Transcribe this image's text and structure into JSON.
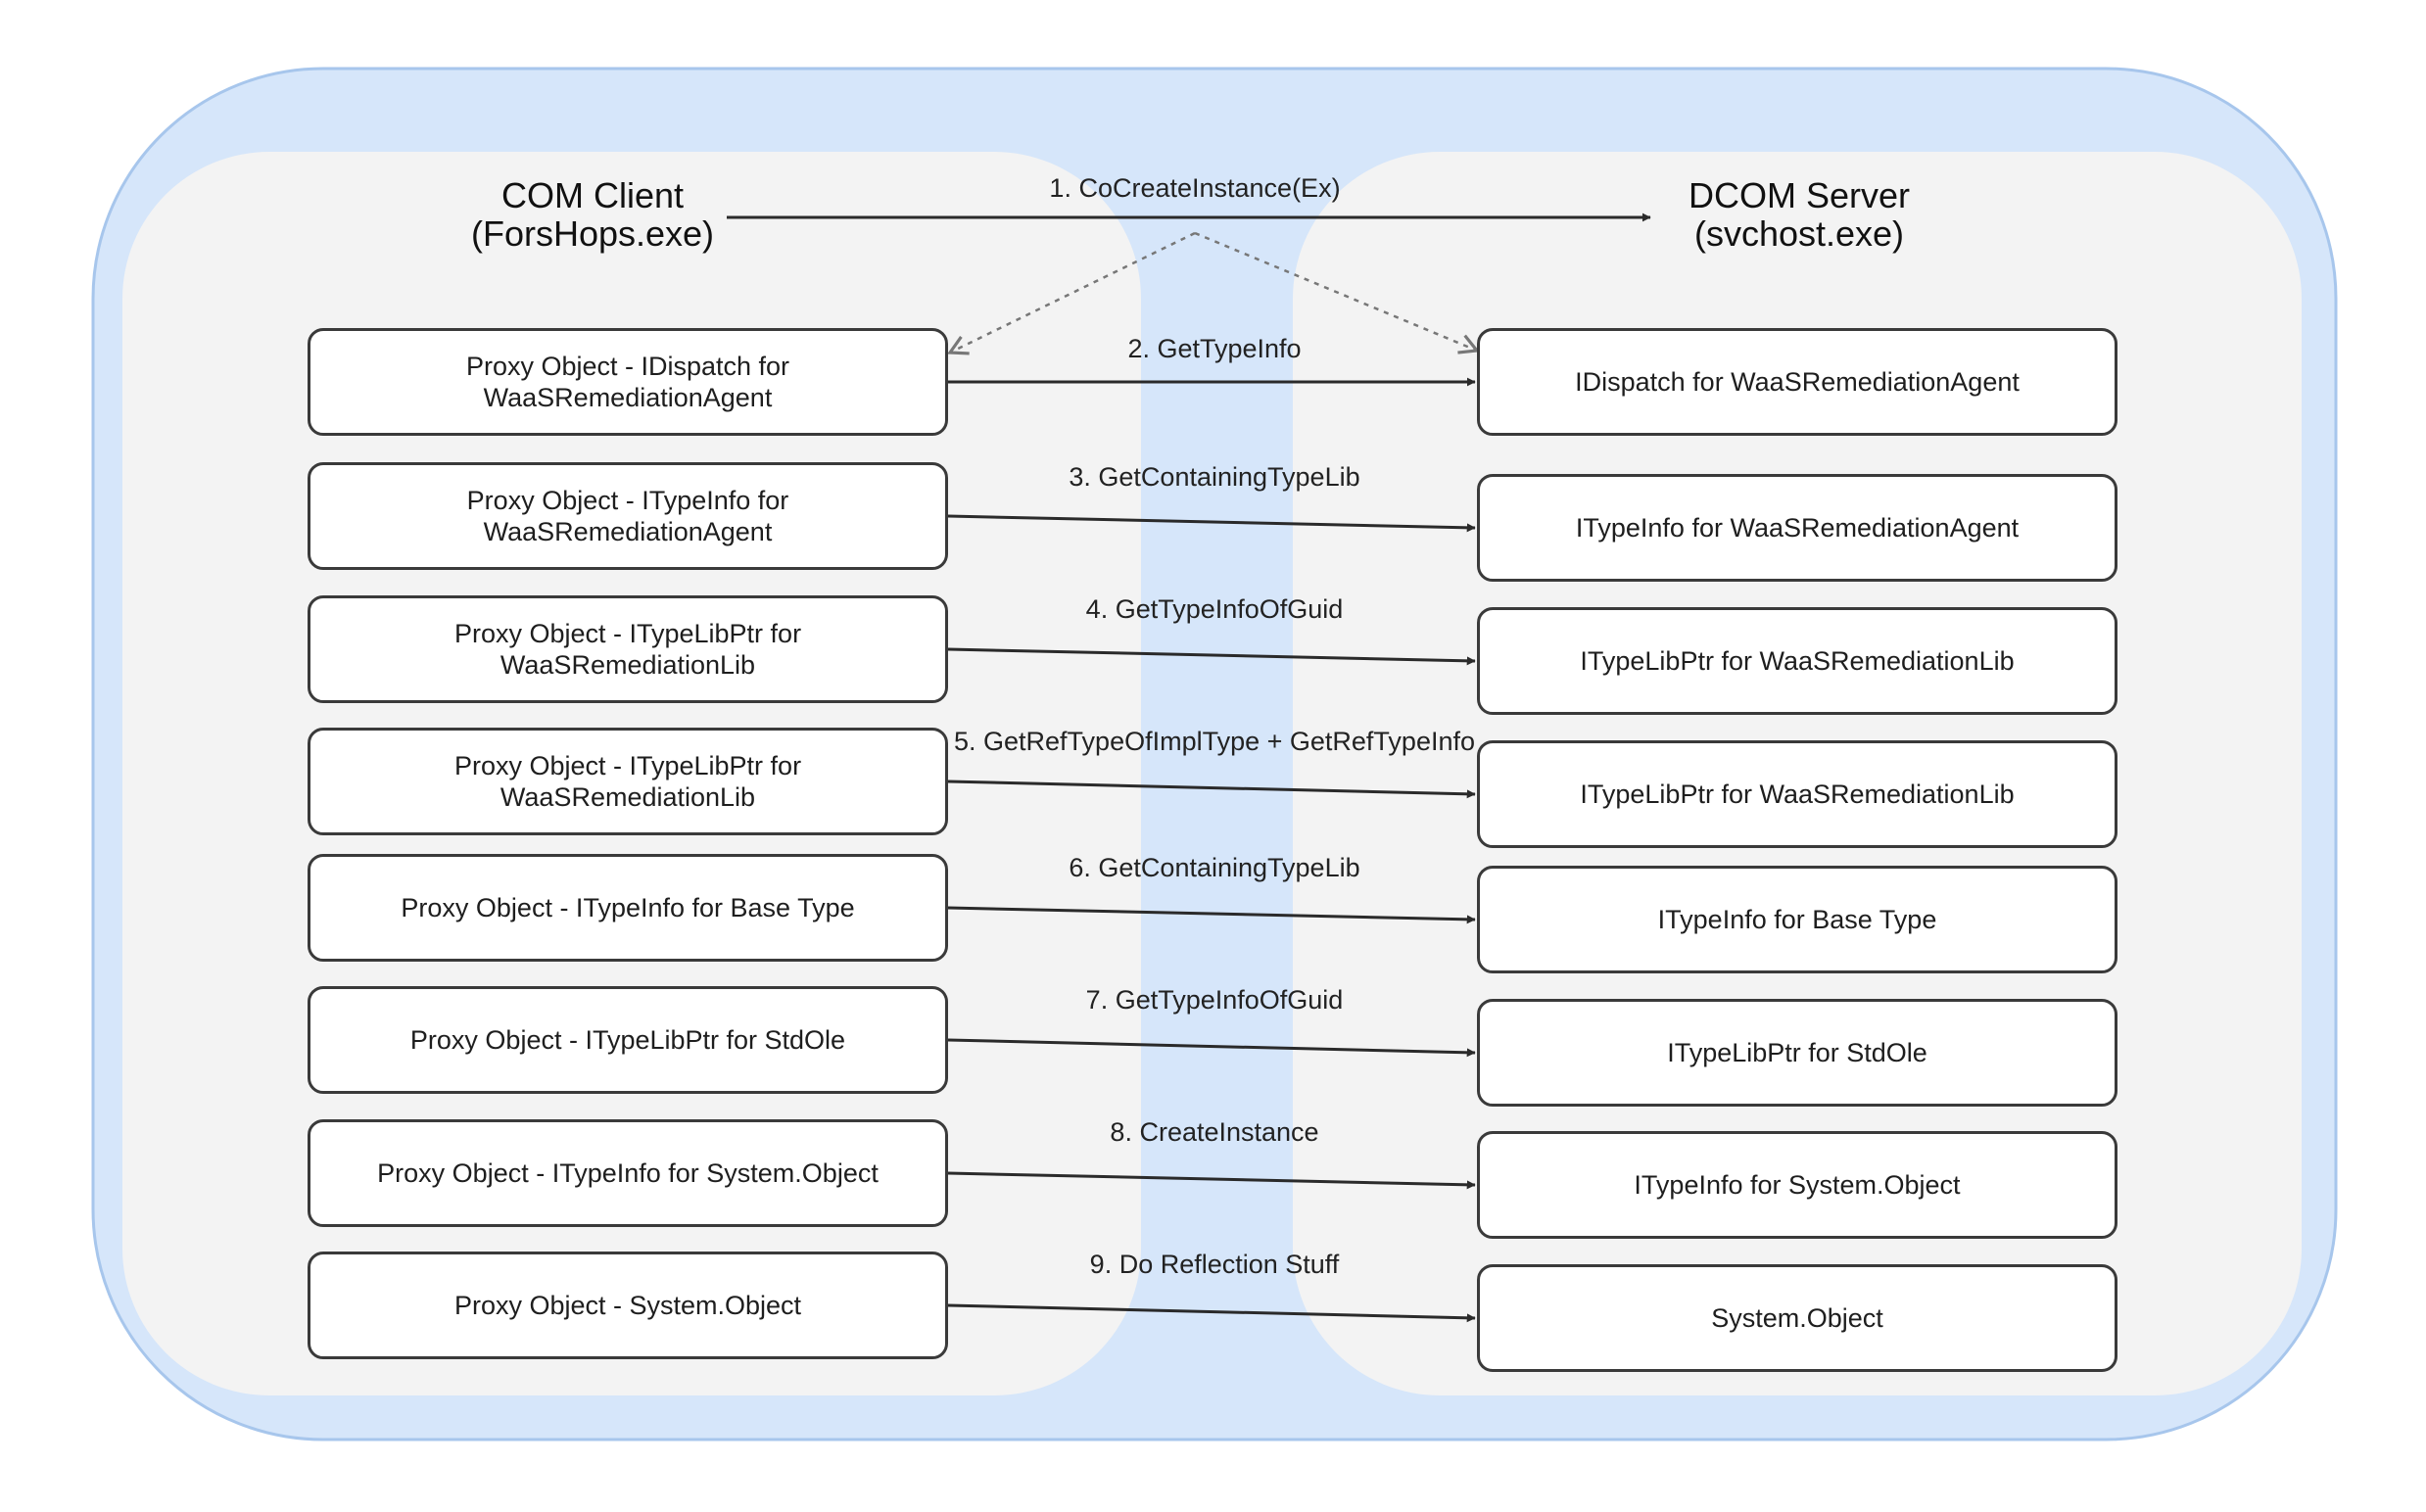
{
  "client": {
    "title": "COM Client",
    "process": "(ForsHops.exe)"
  },
  "server": {
    "title": "DCOM Server",
    "process": "(svchost.exe)"
  },
  "colors": {
    "outer_fill": "#d6e6fa",
    "outer_stroke": "#a7c6ec",
    "panel_fill": "#f3f3f3",
    "box_border": "#3a3a3a",
    "arrow": "#2a2a2a",
    "dotted_arrow": "#777777"
  },
  "steps": [
    {
      "label": "1. CoCreateInstance(Ex)",
      "left_box": "",
      "right_box": ""
    },
    {
      "label": "2. GetTypeInfo",
      "left_box": "Proxy Object - IDispatch for WaaSRemediationAgent",
      "right_box": "IDispatch for WaaSRemediationAgent"
    },
    {
      "label": "3. GetContainingTypeLib",
      "left_box": "Proxy Object - ITypeInfo for WaaSRemediationAgent",
      "right_box": "ITypeInfo for WaaSRemediationAgent"
    },
    {
      "label": "4. GetTypeInfoOfGuid",
      "left_box": "Proxy Object - ITypeLibPtr for WaaSRemediationLib",
      "right_box": "ITypeLibPtr for WaaSRemediationLib"
    },
    {
      "label": "5. GetRefTypeOfImplType + GetRefTypeInfo",
      "left_box": "Proxy Object - ITypeLibPtr for WaaSRemediationLib",
      "right_box": "ITypeLibPtr for WaaSRemediationLib"
    },
    {
      "label": "6. GetContainingTypeLib",
      "left_box": "Proxy Object - ITypeInfo for Base Type",
      "right_box": "ITypeInfo for Base Type"
    },
    {
      "label": "7. GetTypeInfoOfGuid",
      "left_box": "Proxy Object - ITypeLibPtr for StdOle",
      "right_box": "ITypeLibPtr for StdOle"
    },
    {
      "label": "8. CreateInstance",
      "left_box": "Proxy Object - ITypeInfo for System.Object",
      "right_box": "ITypeInfo for System.Object"
    },
    {
      "label": "9. Do Reflection Stuff",
      "left_box": "Proxy Object - System.Object",
      "right_box": "System.Object"
    }
  ]
}
